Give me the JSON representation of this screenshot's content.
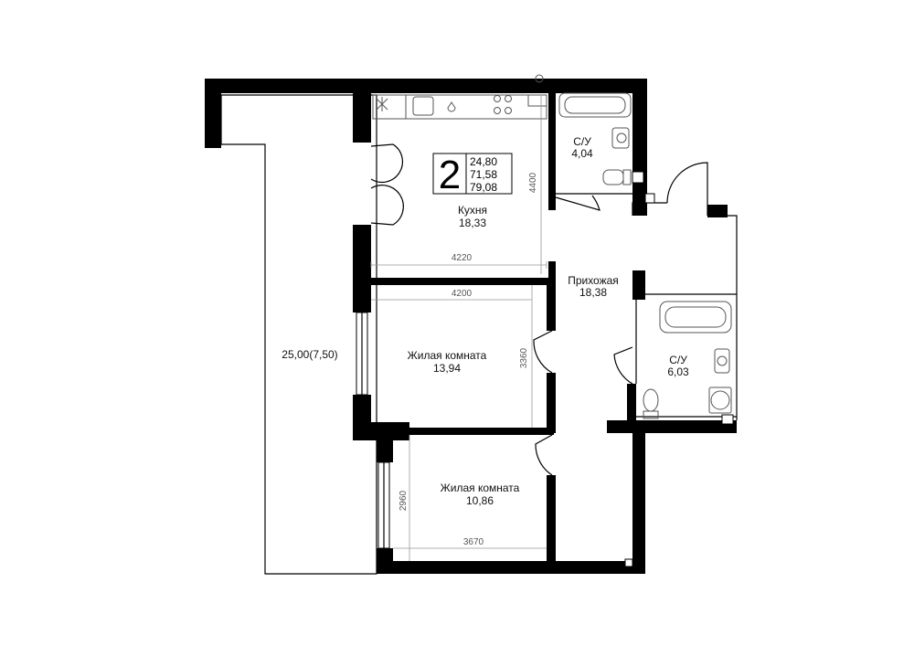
{
  "rooms": {
    "kitchen": {
      "name": "Кухня",
      "area": "18,33"
    },
    "bath1": {
      "name": "С/У",
      "area": "4,04"
    },
    "hall": {
      "name": "Прихожая",
      "area": "18,38"
    },
    "bath2": {
      "name": "С/У",
      "area": "6,03"
    },
    "living1": {
      "name": "Жилая комната",
      "area": "13,94"
    },
    "living2": {
      "name": "Жилая комната",
      "area": "10,86"
    },
    "balcony": {
      "area": "25,00(7,50)"
    }
  },
  "summary": {
    "rooms_count": "2",
    "living_area": "24,80",
    "useful_area": "71,58",
    "total_area": "79,08"
  },
  "dimensions": {
    "kitchen_width": "4220",
    "kitchen_depth": "4400",
    "living1_width": "4200",
    "living1_depth": "3360",
    "living2_depth": "2960",
    "living2_width": "3670"
  }
}
